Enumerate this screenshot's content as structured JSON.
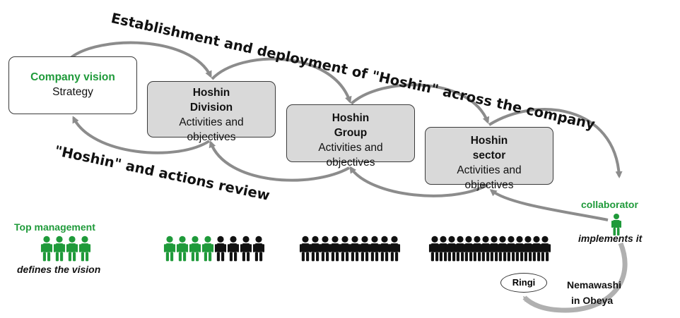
{
  "title": "Establishment and deployment of \"Hoshin\" across the company",
  "review_label": "\"Hoshin\" and actions review",
  "boxes": [
    {
      "head": "Company vision",
      "sub": "Strategy"
    },
    {
      "head": "Hoshin Division",
      "sub": "Activities and objectives"
    },
    {
      "head": "Hoshin Group",
      "sub": "Activities and objectives"
    },
    {
      "head": "Hoshin sector",
      "sub": "Activities and objectives"
    }
  ],
  "top_management": {
    "label": "Top management",
    "caption": "defines the vision"
  },
  "collaborator": {
    "label": "collaborator",
    "caption": "implements it"
  },
  "ringi": "Ringi",
  "nemawashi": {
    "line1": "Nemawashi",
    "line2": "in Obeya"
  },
  "colors": {
    "green": "#1f9a3a",
    "arrow": "#8c8c8c",
    "box_grey": "#d9d9d9",
    "figure_black": "#111111"
  },
  "people_groups": [
    {
      "green": 4,
      "black": 0
    },
    {
      "green": 4,
      "black": 4
    },
    {
      "green": 0,
      "black": 10
    },
    {
      "green": 0,
      "black": 14
    },
    {
      "green": 1,
      "black": 0
    }
  ]
}
